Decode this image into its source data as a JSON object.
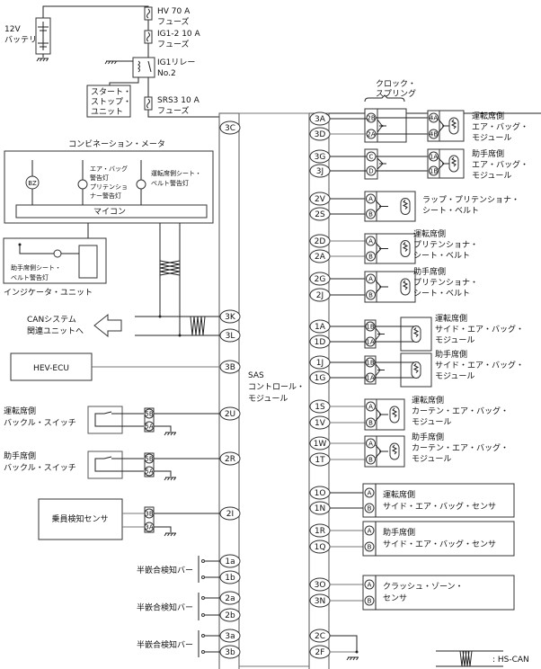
{
  "power": {
    "battery": "12V\nバッテリ",
    "fuse_hv": [
      "HV 70 A",
      "フューズ"
    ],
    "fuse_ig12": [
      "IG1-2 10 A",
      "フューズ"
    ],
    "relay_ig1": [
      "IG1リレー",
      "No.2"
    ],
    "start_stop": [
      "スタート・",
      "ストップ・",
      "ユニット"
    ],
    "fuse_srs3": [
      "SRS3 10 A",
      "フューズ"
    ]
  },
  "meter": {
    "title": "コンビネーション・メータ",
    "buzzer": "BZ",
    "airbag_lamp": [
      "エア・バッグ",
      "警告灯",
      "プリテンショ",
      "ナー警告灯"
    ],
    "driver_belt_lamp": [
      "運転席側シート・",
      "ベルト警告灯"
    ],
    "micon": "マイコン"
  },
  "indicator": {
    "title": "インジケータ・ユニット",
    "passenger_belt_lamp": [
      "助手席側シート・",
      "ベルト警告灯"
    ]
  },
  "can": {
    "label": [
      "CANシステム",
      "関連ユニットへ"
    ]
  },
  "hev_ecu": "HEV-ECU",
  "buckle_driver": {
    "label": [
      "運転席側",
      "バックル・スイッチ"
    ],
    "pins": [
      "5B",
      "5A"
    ]
  },
  "buckle_passenger": {
    "label": [
      "助手席側",
      "バックル・スイッチ"
    ],
    "pins": [
      "5B",
      "5A"
    ]
  },
  "occupant_sensor": {
    "label": "乗員検知センサ",
    "pins": [
      "3B",
      "3A"
    ]
  },
  "half_fit_bar": "半嵌合検知バー",
  "sas": {
    "label": [
      "SAS",
      "コントロール・",
      "モジュール"
    ]
  },
  "left_pins": [
    "3C",
    "3K",
    "3L",
    "3B",
    "2U",
    "2R",
    "2I",
    "1a",
    "1b",
    "2a",
    "2b",
    "3a",
    "3b"
  ],
  "right_pins": [
    "3A",
    "3D",
    "3G",
    "3J",
    "2V",
    "2S",
    "2D",
    "2A",
    "2G",
    "2J",
    "1A",
    "1D",
    "1J",
    "1G",
    "1S",
    "1V",
    "1W",
    "1T",
    "1O",
    "1N",
    "1R",
    "1Q",
    "3O",
    "3N",
    "2C",
    "2F"
  ],
  "clock_spring": {
    "label": [
      "クロック・",
      "スプリング"
    ],
    "pins": [
      "2B",
      "2A"
    ],
    "pins2": [
      "C",
      "D"
    ]
  },
  "components": [
    {
      "label": [
        "運転席側",
        "エア・バッグ・",
        "モジュール"
      ],
      "pins": [
        "4A",
        "4B"
      ]
    },
    {
      "label": [
        "助手席側",
        "エア・バッグ・",
        "モジュール"
      ],
      "pins": [
        "1A",
        "1B"
      ]
    },
    {
      "label": [
        "ラップ・プリテンショナ・",
        "シート・ベルト"
      ],
      "pins": [
        "A",
        "B"
      ]
    },
    {
      "label": [
        "運転席側",
        "プリテンショナ・",
        "シート・ベルト"
      ],
      "pins": [
        "A",
        "B"
      ]
    },
    {
      "label": [
        "助手席側",
        "プリテンショナ・",
        "シート・ベルト"
      ],
      "pins": [
        "A",
        "B"
      ]
    },
    {
      "label": [
        "運転席側",
        "サイド・エア・バッグ・",
        "モジュール"
      ],
      "pins": [
        "1B",
        "1A"
      ]
    },
    {
      "label": [
        "助手席側",
        "サイド・エア・バッグ・",
        "モジュール"
      ],
      "pins": [
        "1B",
        "1A"
      ]
    },
    {
      "label": [
        "運転席側",
        "カーテン・エア・バッグ・",
        "モジュール"
      ],
      "pins": [
        "A",
        "B"
      ]
    },
    {
      "label": [
        "助手席側",
        "カーテン・エア・バッグ・",
        "モジュール"
      ],
      "pins": [
        "A",
        "B"
      ]
    },
    {
      "label": [
        "運転席側",
        "サイド・エア・バッグ・センサ"
      ],
      "pins": [
        "A",
        "B"
      ]
    },
    {
      "label": [
        "助手席側",
        "サイド・エア・バッグ・センサ"
      ],
      "pins": [
        "A",
        "B"
      ]
    },
    {
      "label": [
        "クラッシュ・ゾーン・",
        "センサ"
      ],
      "pins": [
        "A",
        "B"
      ]
    }
  ],
  "legend": ": HS-CAN"
}
